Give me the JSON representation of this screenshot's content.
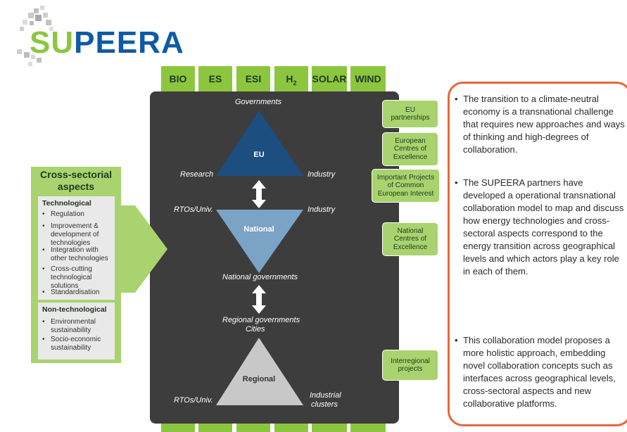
{
  "logo": {
    "brand_su": "SU",
    "brand_rest": "PEERA",
    "alt": "SUPEERA"
  },
  "tabs": [
    {
      "label": "BIO"
    },
    {
      "label": "ES"
    },
    {
      "label": "ESI"
    },
    {
      "label": "H2"
    },
    {
      "label": "SOLAR"
    },
    {
      "label": "WIND"
    }
  ],
  "panel": {
    "governments": "Governments",
    "eu": "EU",
    "research": "Research",
    "industry_top": "Industry",
    "rtos_top": "RTOs/Univ.",
    "industry_mid": "Industry",
    "national": "National",
    "national_governments": "National governments",
    "regional_governments": "Regional governments",
    "cities": "Cities",
    "regional": "Regional",
    "rtos_bottom": "RTOs/Univ.",
    "industrial_clusters_1": "Industrial",
    "industrial_clusters_2": "clusters"
  },
  "side_boxes": [
    {
      "line1": "EU",
      "line2": "partnerships"
    },
    {
      "line1": "European",
      "line2": "Centres of",
      "line3": "Excellence"
    },
    {
      "line1": "Important Projects",
      "line2": "of Common",
      "line3": "European Interest"
    },
    {
      "line1": "National",
      "line2": "Centres of",
      "line3": "Excellence"
    },
    {
      "line1": "Interregional",
      "line2": "projects"
    }
  ],
  "cross": {
    "title_1": "Cross-sectorial",
    "title_2": "aspects",
    "tech_head": "Technological",
    "tech_items": [
      "Regulation",
      "Improvement & development of technologies",
      "Integration with other technologies",
      "Cross-cutting technological solutions",
      "Standardisation"
    ],
    "nontech_head": "Non-technological",
    "nontech_items": [
      "Environmental sustainability",
      "Socio-economic sustainability"
    ]
  },
  "bullets": [
    "The transition to a climate-neutral economy is a transnational challenge that requires new approaches and ways of thinking and high-degrees of collaboration.",
    "The SUPEERA partners have developed a operational transnational collaboration model to map and discuss how energy technologies and cross-sectoral aspects correspond to the energy transition across geographical levels and which actors play a key role in each of them.",
    "This collaboration model proposes a more holistic approach, embedding novel collaboration concepts such as interfaces across geographical levels, cross-sectoral aspects and new collaborative platforms."
  ],
  "colors": {
    "green": "#8cc63f",
    "light_green": "#a9d36e",
    "blue_dark": "#1c4e80",
    "blue_light": "#7ba3c6",
    "grey_tri": "#c8c8c8",
    "panel": "#3d3d3d",
    "orange": "#e5683c"
  }
}
